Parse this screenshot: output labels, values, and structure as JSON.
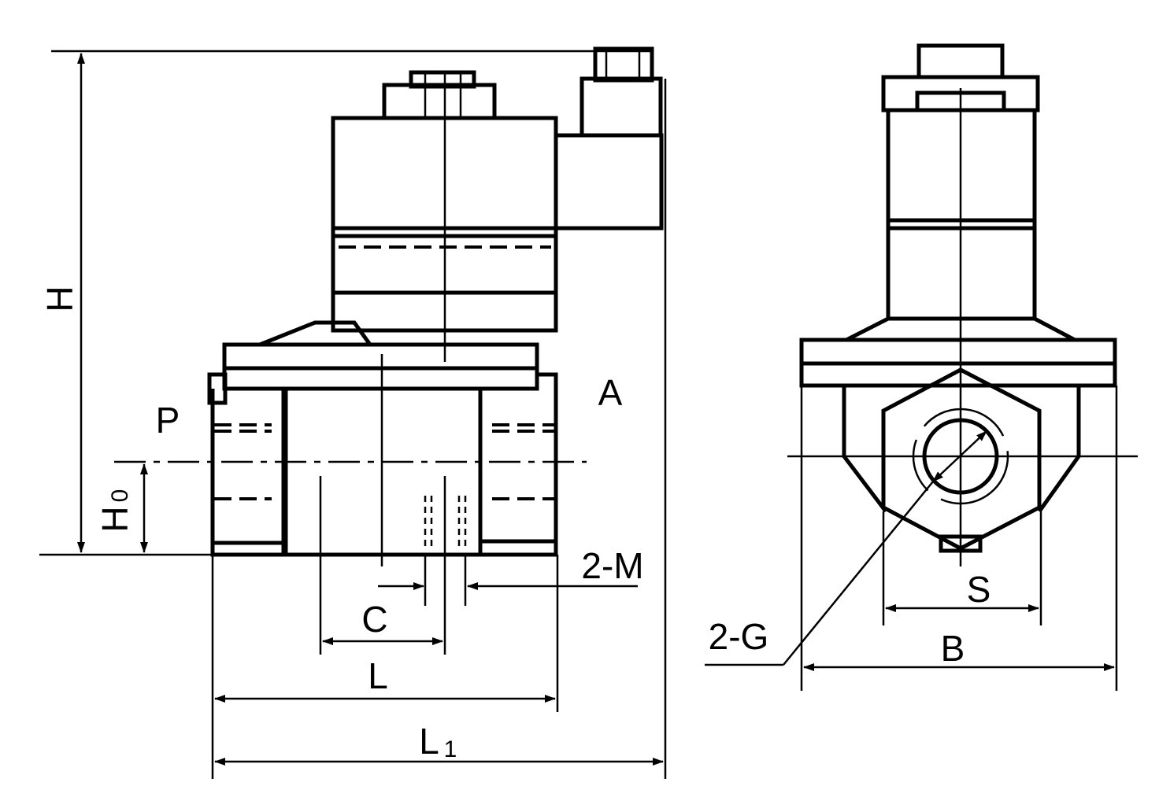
{
  "labels": {
    "H": "H",
    "Ho": "H",
    "Ho_sub": "0",
    "P": "P",
    "A": "A",
    "two_M": "2-M",
    "C": "C",
    "L": "L",
    "L1": "L",
    "L1_sub": "1",
    "S": "S",
    "two_G": "2-G",
    "B": "B"
  }
}
